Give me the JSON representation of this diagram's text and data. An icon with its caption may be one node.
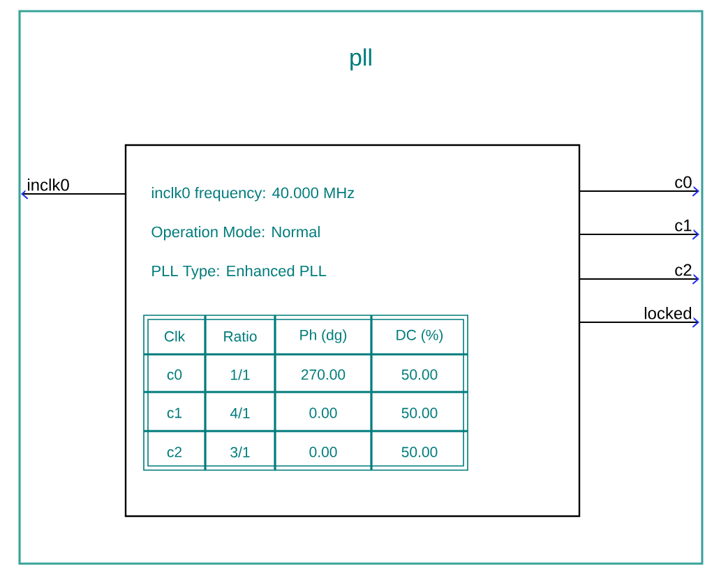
{
  "diagram": {
    "nodes": [
      {
        "text": [
          "pll"
        ]
      },
      {
        "text": [
          "inclk0 frequency: 40.000 MHz",
          "Operation Mode: Normal",
          "PLL Type: Enhanced PLL"
        ],
        "in": 0
      }
    ],
    "edges": [
      {
        "from": 1,
        "to": null,
        "arrow": "to",
        "label": "inclk0"
      },
      {
        "from": 1,
        "to": null,
        "arrow": "to",
        "label": "c0"
      },
      {
        "from": 1,
        "to": null,
        "arrow": "to",
        "label": "c1"
      },
      {
        "from": 1,
        "to": null,
        "arrow": "to",
        "label": "c2"
      },
      {
        "from": 1,
        "to": null,
        "arrow": "to",
        "label": "locked"
      }
    ],
    "labels": [
      "Clk",
      "Ratio",
      "Ph (dg)",
      "DC (%)",
      "c0",
      "1/1",
      "270.00",
      "50.00",
      "c1",
      "4/1",
      "0.00",
      "50.00",
      "c2",
      "3/1",
      "0.00",
      "50.00"
    ]
  }
}
